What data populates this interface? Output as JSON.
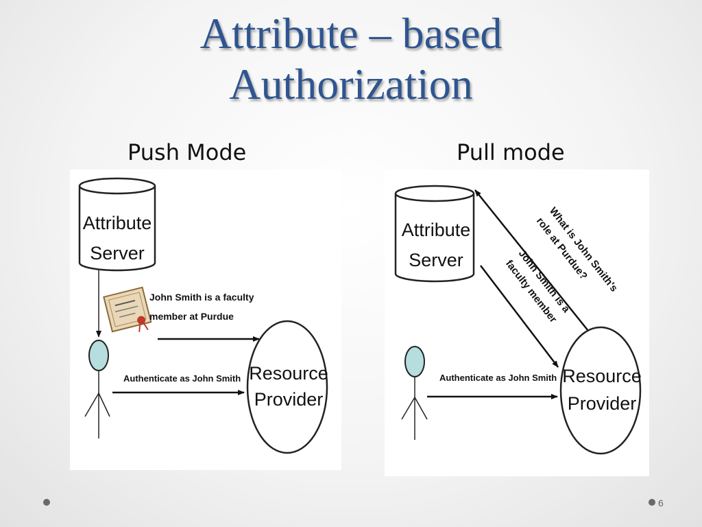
{
  "slide": {
    "title_line1": "Attribute – based",
    "title_line2": "Authorization",
    "slide_number": "6"
  },
  "push": {
    "label": "Push Mode",
    "server_line1": "Attribute",
    "server_line2": "Server",
    "credential_line1": "John Smith is a faculty",
    "credential_line2": "member at Purdue",
    "auth_text": "Authenticate as John Smith",
    "provider_line1": "Resource",
    "provider_line2": "Provider"
  },
  "pull": {
    "label": "Pull mode",
    "server_line1": "Attribute",
    "server_line2": "Server",
    "query_line1": "What is John Smith's",
    "query_line2": "role at Purdue?",
    "reply_line1": "John Smith is a",
    "reply_line2": "faculty member",
    "auth_text": "Authenticate as John Smith",
    "provider_line1": "Resource",
    "provider_line2": "Provider"
  },
  "colors": {
    "title": "#2e5590",
    "user_head": "#b6dede",
    "certificate": "#e9d7b7"
  },
  "icons": [
    "certificate-icon",
    "user-icon",
    "database-icon"
  ]
}
